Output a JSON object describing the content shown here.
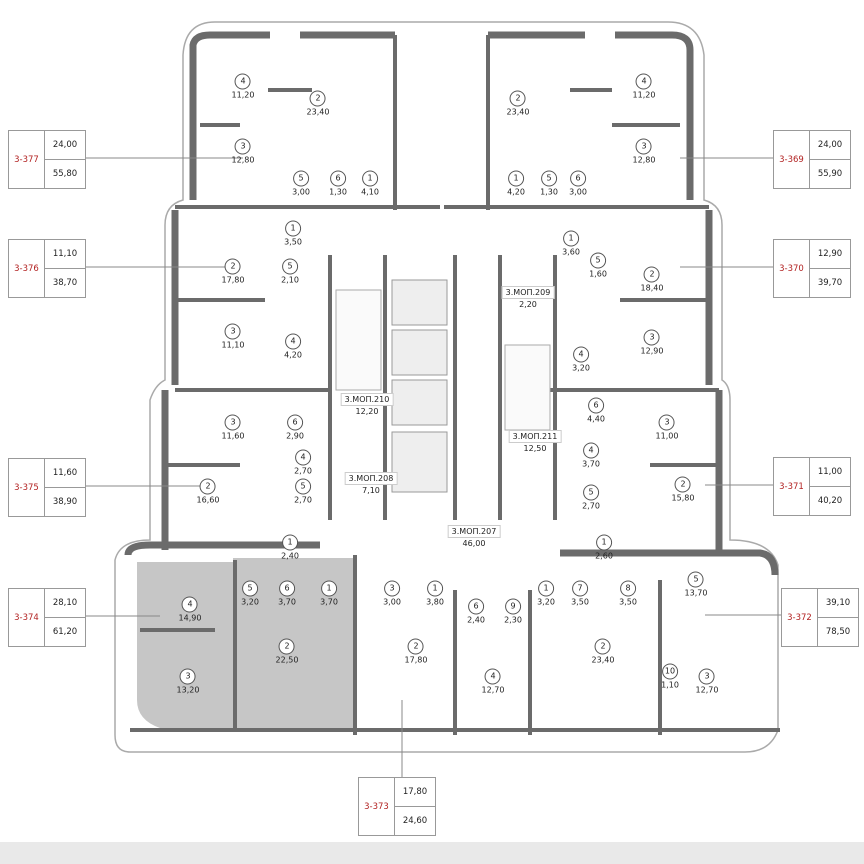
{
  "plan": {
    "highlight_color": "#c6c6c6",
    "wall_color": "#6b6b6b",
    "apartment_id_color": "#b22222",
    "apartments": [
      {
        "id": "3-377",
        "living_area": "24,00",
        "total_area": "55,80"
      },
      {
        "id": "3-376",
        "living_area": "11,10",
        "total_area": "38,70"
      },
      {
        "id": "3-375",
        "living_area": "11,60",
        "total_area": "38,90"
      },
      {
        "id": "3-374",
        "living_area": "28,10",
        "total_area": "61,20",
        "highlighted": true
      },
      {
        "id": "3-369",
        "living_area": "24,00",
        "total_area": "55,90"
      },
      {
        "id": "3-370",
        "living_area": "12,90",
        "total_area": "39,70"
      },
      {
        "id": "3-371",
        "living_area": "11,00",
        "total_area": "40,20"
      },
      {
        "id": "3-372",
        "living_area": "39,10",
        "total_area": "78,50"
      },
      {
        "id": "3-373",
        "living_area": "17,80",
        "total_area": "24,60"
      }
    ],
    "rooms": [
      {
        "n": "4",
        "a": "11,20"
      },
      {
        "n": "2",
        "a": "23,40"
      },
      {
        "n": "3",
        "a": "12,80"
      },
      {
        "n": "5",
        "a": "3,00"
      },
      {
        "n": "6",
        "a": "1,30"
      },
      {
        "n": "1",
        "a": "4,10"
      },
      {
        "n": "2",
        "a": "23,40"
      },
      {
        "n": "4",
        "a": "11,20"
      },
      {
        "n": "3",
        "a": "12,80"
      },
      {
        "n": "5",
        "a": "1,30"
      },
      {
        "n": "6",
        "a": "3,00"
      },
      {
        "n": "1",
        "a": "4,20"
      },
      {
        "n": "1",
        "a": "3,50"
      },
      {
        "n": "5",
        "a": "2,10"
      },
      {
        "n": "2",
        "a": "17,80"
      },
      {
        "n": "3",
        "a": "11,10"
      },
      {
        "n": "4",
        "a": "4,20"
      },
      {
        "n": "1",
        "a": "3,60"
      },
      {
        "n": "5",
        "a": "1,60"
      },
      {
        "n": "2",
        "a": "18,40"
      },
      {
        "n": "3",
        "a": "12,90"
      },
      {
        "n": "4",
        "a": "3,20"
      },
      {
        "n": "3",
        "a": "11,60"
      },
      {
        "n": "6",
        "a": "2,90"
      },
      {
        "n": "4",
        "a": "2,70"
      },
      {
        "n": "2",
        "a": "16,60"
      },
      {
        "n": "5",
        "a": "2,70"
      },
      {
        "n": "1",
        "a": "2,40"
      },
      {
        "n": "6",
        "a": "4,40"
      },
      {
        "n": "3",
        "a": "11,00"
      },
      {
        "n": "4",
        "a": "3,70"
      },
      {
        "n": "2",
        "a": "15,80"
      },
      {
        "n": "5",
        "a": "2,70"
      },
      {
        "n": "1",
        "a": "2,60"
      },
      {
        "n": "5",
        "a": "3,20"
      },
      {
        "n": "6",
        "a": "3,70"
      },
      {
        "n": "1",
        "a": "3,70"
      },
      {
        "n": "4",
        "a": "14,90"
      },
      {
        "n": "2",
        "a": "22,50"
      },
      {
        "n": "3",
        "a": "13,20"
      },
      {
        "n": "3",
        "a": "3,00"
      },
      {
        "n": "1",
        "a": "3,80"
      },
      {
        "n": "2",
        "a": "17,80"
      },
      {
        "n": "6",
        "a": "2,40"
      },
      {
        "n": "9",
        "a": "2,30"
      },
      {
        "n": "1",
        "a": "3,20"
      },
      {
        "n": "7",
        "a": "3,50"
      },
      {
        "n": "8",
        "a": "3,50"
      },
      {
        "n": "5",
        "a": "13,70"
      },
      {
        "n": "2",
        "a": "23,40"
      },
      {
        "n": "10",
        "a": "1,10"
      },
      {
        "n": "4",
        "a": "12,70"
      },
      {
        "n": "3",
        "a": "12,70"
      }
    ],
    "common_areas": [
      {
        "code": "3.МОП.210",
        "a": "12,20"
      },
      {
        "code": "3.МОП.208",
        "a": "7,10"
      },
      {
        "code": "3.МОП.209",
        "a": "2,20"
      },
      {
        "code": "3.МОП.211",
        "a": "12,50"
      },
      {
        "code": "3.МОП.207",
        "a": "46,00"
      }
    ]
  }
}
